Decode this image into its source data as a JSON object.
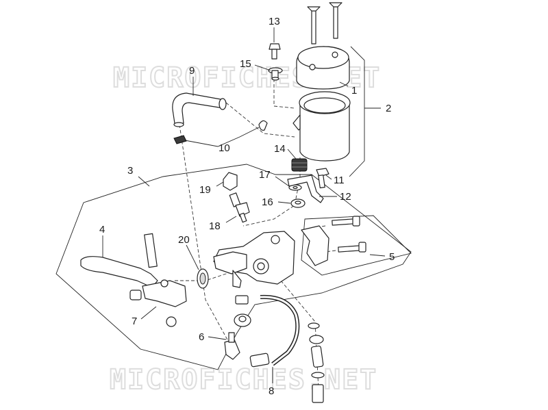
{
  "watermark": {
    "text_top": "MICROFICHES.NET",
    "text_bottom": "MICROFICHES.NET"
  },
  "callouts": {
    "c1": "1",
    "c2": "2",
    "c3": "3",
    "c4": "4",
    "c5": "5",
    "c6": "6",
    "c7": "7",
    "c8": "8",
    "c9": "9",
    "c10": "10",
    "c11": "11",
    "c12": "12",
    "c13": "13",
    "c14": "14",
    "c15": "15",
    "c16": "16",
    "c17": "17",
    "c18": "18",
    "c19": "19",
    "c20": "20"
  },
  "colors": {
    "line": "#222222",
    "watermark": "#cfcfcf",
    "background": "#ffffff"
  }
}
